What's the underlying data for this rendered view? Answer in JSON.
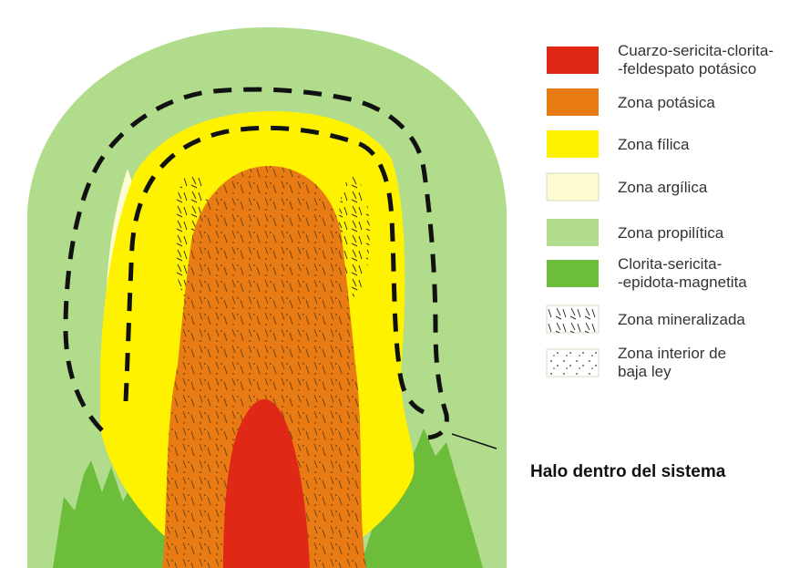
{
  "colors": {
    "cuarzo": "#e02817",
    "potasica": "#e87b14",
    "filica": "#fff200",
    "argilica": "#fdfbd2",
    "propilitica": "#b0dc8c",
    "clorita": "#6cbd3a",
    "outline": "#111111"
  },
  "legend": [
    {
      "key": "cuarzo",
      "lines": [
        "Cuarzo-sericita-clorita-",
        "-feldespato potásico"
      ],
      "swatch": "solid",
      "color": "#e02817"
    },
    {
      "key": "potasica",
      "lines": [
        "Zona potásica"
      ],
      "swatch": "solid",
      "color": "#e87b14"
    },
    {
      "key": "filica",
      "lines": [
        "Zona fílica"
      ],
      "swatch": "solid",
      "color": "#fff200"
    },
    {
      "key": "argilica",
      "lines": [
        "Zona argílica"
      ],
      "swatch": "solid",
      "color": "#fdfbd2"
    },
    {
      "key": "propilitica",
      "lines": [
        "Zona propilítica"
      ],
      "swatch": "solid",
      "color": "#b0dc8c"
    },
    {
      "key": "clorita",
      "lines": [
        "Clorita-sericita-",
        "-epidota-magnetita"
      ],
      "swatch": "solid",
      "color": "#6cbd3a"
    },
    {
      "key": "mineralizada",
      "lines": [
        "Zona mineralizada"
      ],
      "swatch": "hatch",
      "color": "#ffffff"
    },
    {
      "key": "interior",
      "lines": [
        "Zona interior de",
        "baja ley"
      ],
      "swatch": "dots",
      "color": "#ffffff"
    }
  ],
  "annotation": {
    "label": "Halo dentro del sistema"
  }
}
